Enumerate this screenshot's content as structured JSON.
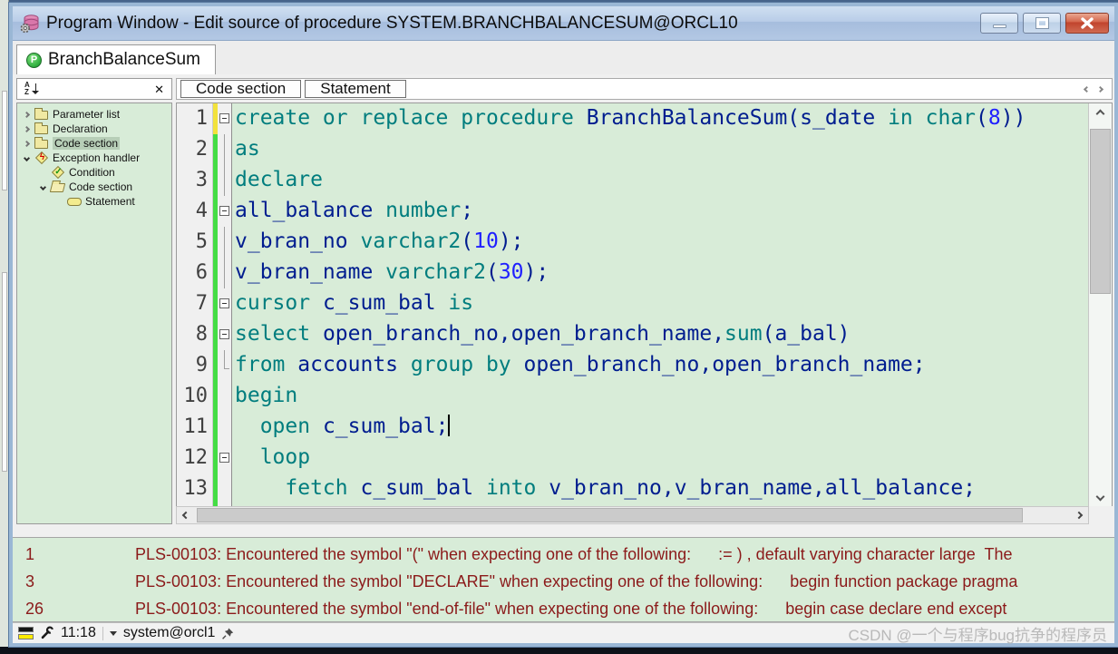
{
  "window": {
    "title": "Program Window - Edit source of procedure SYSTEM.BRANCHBALANCESUM@ORCL10",
    "controls": [
      "minimize-icon",
      "maximize-icon",
      "close-icon"
    ]
  },
  "doc_tab": {
    "label": "BranchBalanceSum",
    "icon_letter": "P"
  },
  "left_panel": {
    "sort_a": "A",
    "sort_b": "Z",
    "close_label": "✕",
    "tree": [
      {
        "label": "Parameter list",
        "icon": "folder",
        "depth": 0,
        "expander": "collapsed",
        "selected": false
      },
      {
        "label": "Declaration",
        "icon": "folder",
        "depth": 0,
        "expander": "collapsed",
        "selected": false
      },
      {
        "label": "Code section",
        "icon": "folder",
        "depth": 0,
        "expander": "collapsed",
        "selected": true
      },
      {
        "label": "Exception handler",
        "icon": "exception",
        "depth": 0,
        "expander": "expanded",
        "selected": false
      },
      {
        "label": "Condition",
        "icon": "condition",
        "depth": 1,
        "expander": "none",
        "selected": false
      },
      {
        "label": "Code section",
        "icon": "folder-open",
        "depth": 1,
        "expander": "expanded",
        "selected": false
      },
      {
        "label": "Statement",
        "icon": "statement",
        "depth": 2,
        "expander": "none",
        "selected": false
      }
    ]
  },
  "icons": {
    "exception_glyph": "ϟ",
    "condition_glyph": "✓"
  },
  "editor": {
    "section_tabs": [
      "Code section",
      "Statement"
    ],
    "lines": [
      {
        "n": 1,
        "fold": true,
        "guide": "none",
        "bar": "modified",
        "caret": false,
        "tokens": [
          {
            "c": "kw",
            "t": "create or replace procedure "
          },
          {
            "c": "id",
            "t": "BranchBalanceSum(s_date "
          },
          {
            "c": "kw",
            "t": "in char"
          },
          {
            "c": "id",
            "t": "("
          },
          {
            "c": "num",
            "t": "8"
          },
          {
            "c": "id",
            "t": "))"
          }
        ]
      },
      {
        "n": 2,
        "fold": false,
        "guide": "line",
        "bar": "new",
        "caret": false,
        "tokens": [
          {
            "c": "kw",
            "t": "as"
          }
        ]
      },
      {
        "n": 3,
        "fold": false,
        "guide": "line",
        "bar": "new",
        "caret": false,
        "tokens": [
          {
            "c": "kw",
            "t": "declare"
          }
        ]
      },
      {
        "n": 4,
        "fold": true,
        "guide": "none",
        "bar": "new",
        "caret": false,
        "tokens": [
          {
            "c": "id",
            "t": "all_balance "
          },
          {
            "c": "kw",
            "t": "number"
          },
          {
            "c": "id",
            "t": ";"
          }
        ]
      },
      {
        "n": 5,
        "fold": false,
        "guide": "line",
        "bar": "new",
        "caret": false,
        "tokens": [
          {
            "c": "id",
            "t": "v_bran_no "
          },
          {
            "c": "kw",
            "t": "varchar2"
          },
          {
            "c": "id",
            "t": "("
          },
          {
            "c": "num",
            "t": "10"
          },
          {
            "c": "id",
            "t": ");"
          }
        ]
      },
      {
        "n": 6,
        "fold": false,
        "guide": "line",
        "bar": "new",
        "caret": false,
        "tokens": [
          {
            "c": "id",
            "t": "v_bran_name "
          },
          {
            "c": "kw",
            "t": "varchar2"
          },
          {
            "c": "id",
            "t": "("
          },
          {
            "c": "num",
            "t": "30"
          },
          {
            "c": "id",
            "t": ");"
          }
        ]
      },
      {
        "n": 7,
        "fold": true,
        "guide": "none",
        "bar": "new",
        "caret": false,
        "tokens": [
          {
            "c": "kw",
            "t": "cursor "
          },
          {
            "c": "id",
            "t": "c_sum_bal "
          },
          {
            "c": "kw",
            "t": "is"
          }
        ]
      },
      {
        "n": 8,
        "fold": true,
        "guide": "none",
        "bar": "new",
        "caret": false,
        "tokens": [
          {
            "c": "kw",
            "t": "select "
          },
          {
            "c": "id",
            "t": "open_branch_no,open_branch_name,"
          },
          {
            "c": "kw",
            "t": "sum"
          },
          {
            "c": "id",
            "t": "(a_bal)"
          }
        ]
      },
      {
        "n": 9,
        "fold": false,
        "guide": "elbow",
        "bar": "new",
        "caret": false,
        "tokens": [
          {
            "c": "kw",
            "t": "from "
          },
          {
            "c": "id",
            "t": "accounts "
          },
          {
            "c": "kw",
            "t": "group by "
          },
          {
            "c": "id",
            "t": "open_branch_no,open_branch_name;"
          }
        ]
      },
      {
        "n": 10,
        "fold": false,
        "guide": "none",
        "bar": "new",
        "caret": false,
        "tokens": [
          {
            "c": "kw",
            "t": "begin"
          }
        ]
      },
      {
        "n": 11,
        "fold": false,
        "guide": "none",
        "bar": "new",
        "caret": true,
        "tokens": [
          {
            "c": "id",
            "t": "  "
          },
          {
            "c": "kw",
            "t": "open "
          },
          {
            "c": "id",
            "t": "c_sum_bal;"
          }
        ]
      },
      {
        "n": 12,
        "fold": true,
        "guide": "none",
        "bar": "new",
        "caret": false,
        "tokens": [
          {
            "c": "id",
            "t": "  "
          },
          {
            "c": "kw",
            "t": "loop"
          }
        ]
      },
      {
        "n": 13,
        "fold": false,
        "guide": "none",
        "bar": "new",
        "caret": false,
        "tokens": [
          {
            "c": "id",
            "t": "    "
          },
          {
            "c": "kw",
            "t": "fetch "
          },
          {
            "c": "id",
            "t": "c_sum_bal "
          },
          {
            "c": "kw",
            "t": "into "
          },
          {
            "c": "id",
            "t": "v_bran_no,v_bran_name,all_balance;"
          }
        ]
      }
    ]
  },
  "errors": [
    {
      "line": "1",
      "message": "PLS-00103: Encountered the symbol \"(\" when expecting one of the following:      := ) , default varying character large  The"
    },
    {
      "line": "3",
      "message": "PLS-00103: Encountered the symbol \"DECLARE\" when expecting one of the following:      begin function package pragma"
    },
    {
      "line": "26",
      "message": "PLS-00103: Encountered the symbol \"end-of-file\" when expecting one of the following:      begin case declare end except"
    }
  ],
  "statusbar": {
    "time": "11:18",
    "session": "system@orcl1",
    "watermark": "CSDN @一个与程序bug抗争的程序员"
  },
  "colors": {
    "keyword": "#007d7e",
    "identifier": "#001d8f",
    "number": "#2020ff",
    "error_text": "#8b1a1a",
    "editor_bg": "#d8ecd8",
    "tree_bg": "#d8ecd8",
    "selection_bg": "#b7ceb7",
    "change_bar_new": "#44dd44",
    "change_bar_modified": "#f2e23c"
  }
}
